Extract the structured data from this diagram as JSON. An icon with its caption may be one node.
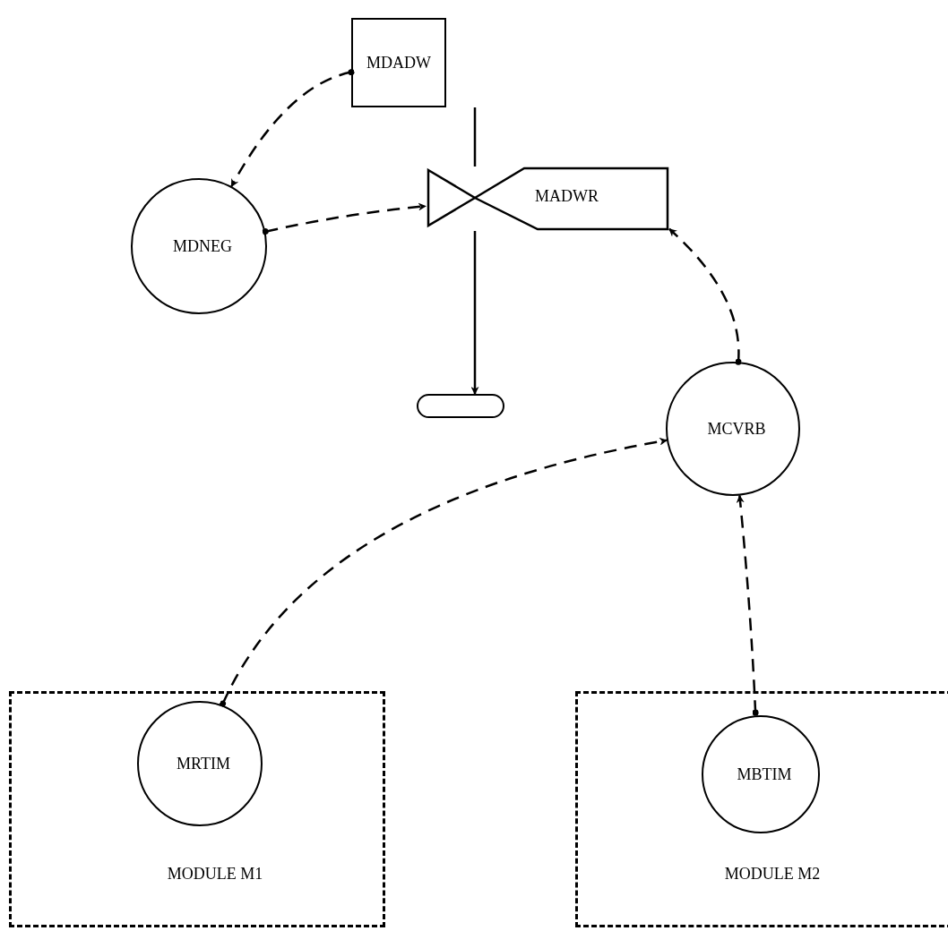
{
  "diagram": {
    "nodes": [
      {
        "text": [
          "MDADW"
        ]
      },
      {
        "text": [
          "MDNEG"
        ]
      },
      {
        "text": [
          "MADWR"
        ]
      },
      {
        "text": [],
        "shape": "bar"
      },
      {
        "text": [
          "MCVRB"
        ]
      },
      {
        "text": [
          "MODULE M1"
        ]
      },
      {
        "text": [
          "MRTIM"
        ],
        "in": 5
      },
      {
        "text": [
          "MODULE M2"
        ]
      },
      {
        "text": [
          "MBTIM"
        ],
        "in": 7
      }
    ],
    "edges": [
      {
        "from": 0,
        "to": 1,
        "arrow": "to",
        "style": "dashed"
      },
      {
        "from": 1,
        "to": 2,
        "arrow": "to",
        "style": "dashed"
      },
      {
        "from": 0,
        "to": 2,
        "arrow": "none"
      },
      {
        "from": 2,
        "to": 3,
        "arrow": "to"
      },
      {
        "from": 4,
        "to": 2,
        "arrow": "to",
        "style": "dashed"
      },
      {
        "from": 6,
        "to": 4,
        "arrow": "to",
        "style": "dashed"
      },
      {
        "from": 8,
        "to": 4,
        "arrow": "to",
        "style": "dashed"
      }
    ]
  }
}
